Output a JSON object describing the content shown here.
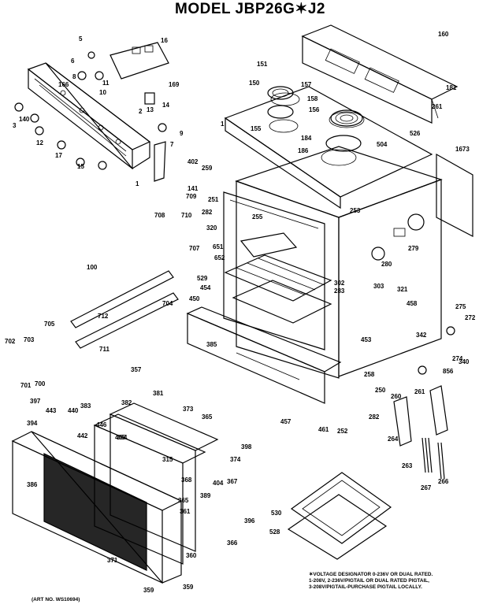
{
  "title": "MODEL JBP26G✶J2",
  "footnote": [
    "✶VOLTAGE DESIGNATOR 0-236V OR DUAL RATED.",
    "1-208V, 2-236V/PIGTAIL OR DUAL RATED PIGTAIL,",
    "3-208V/PIGTAIL-PURCHASE PIGTAIL LOCALLY."
  ],
  "art_number": "(ART NO. WS10694)",
  "labels": [
    "5",
    "16",
    "6",
    "8",
    "10",
    "11",
    "14",
    "166",
    "169",
    "13",
    "12",
    "17",
    "15",
    "9",
    "402",
    "7",
    "3",
    "140",
    "1",
    "2",
    "1",
    "141",
    "151",
    "150",
    "157",
    "156",
    "158",
    "155",
    "184",
    "186",
    "504",
    "526",
    "1673",
    "181",
    "160",
    "261",
    "259",
    "251",
    "282",
    "255",
    "320",
    "709",
    "708",
    "710",
    "707",
    "651",
    "652",
    "100",
    "704",
    "705",
    "712",
    "702",
    "703",
    "711",
    "701",
    "700",
    "529",
    "454",
    "450",
    "385",
    "283",
    "253",
    "279",
    "280",
    "303",
    "302",
    "321",
    "458",
    "453",
    "275",
    "272",
    "274",
    "340",
    "342",
    "856",
    "250",
    "258",
    "260",
    "261",
    "282",
    "264",
    "263",
    "267",
    "266",
    "457",
    "461",
    "252",
    "357",
    "381",
    "382",
    "373",
    "365",
    "374",
    "398",
    "397",
    "443",
    "394",
    "440",
    "383",
    "446",
    "442",
    "405",
    "364",
    "315",
    "404",
    "368",
    "389",
    "386",
    "365",
    "359",
    "371",
    "360",
    "366",
    "396",
    "361",
    "367",
    "359",
    "530",
    "528"
  ]
}
